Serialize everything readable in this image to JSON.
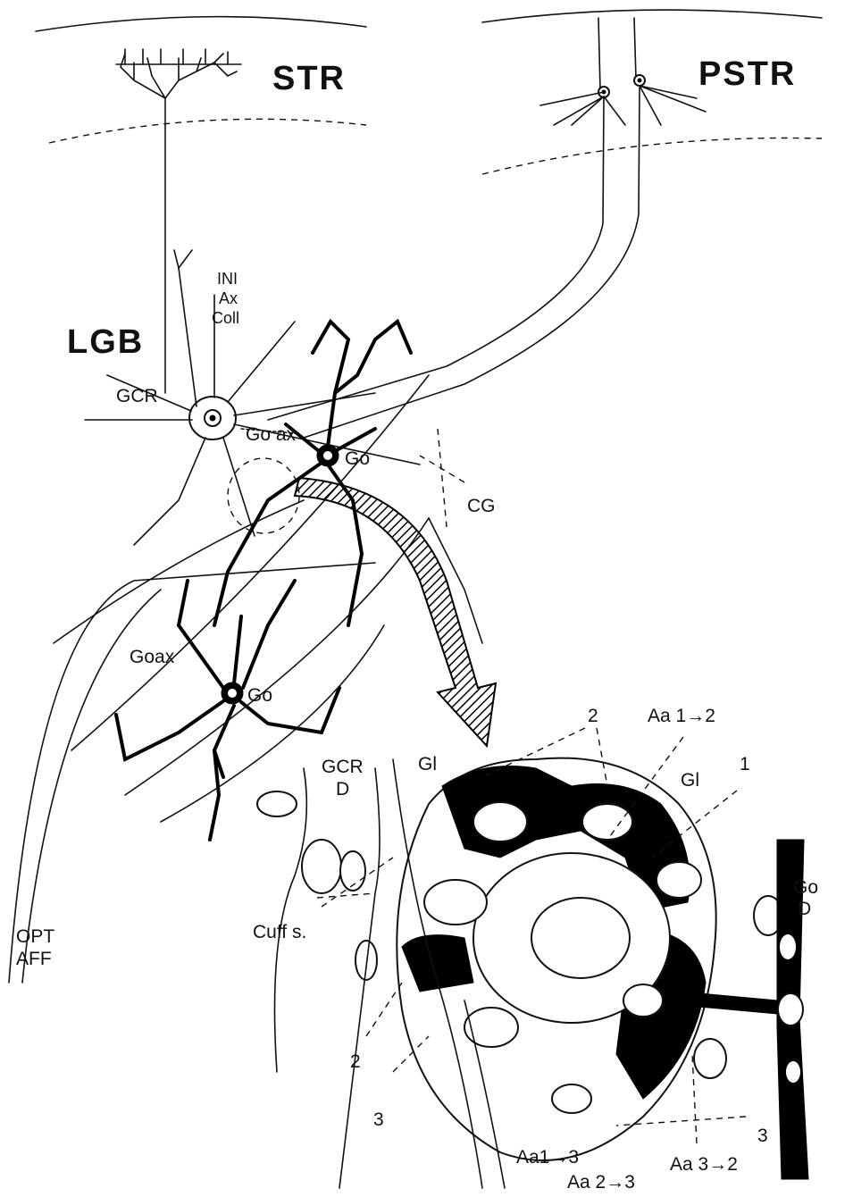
{
  "labels": {
    "str": "STR",
    "pstr": "PSTR",
    "lgb": "LGB",
    "ini_ax_coll_1": "INI",
    "ini_ax_coll_2": "Ax",
    "ini_ax_coll_3": "Coll",
    "gcr": "GCR",
    "go_ax_upper": "Go ax",
    "go_upper": "Go",
    "cg": "CG",
    "goax_lower": "Goax",
    "go_lower": "Go",
    "opt_aff_1": "OPT",
    "opt_aff_2": "AFF",
    "num_2_top": "2",
    "aa_1_2": "Aa 1→2",
    "gl_right": "Gl",
    "num_1": "1",
    "gl_left": "Gl",
    "gcr_d_1": "GCR",
    "gcr_d_2": "D",
    "go_d_1": "Go",
    "go_d_2": "D",
    "cuffs": "Cuff s.",
    "num_2_left": "2",
    "num_3_left": "3",
    "num_3_right": "3",
    "aa_1_3": "Aa1→3",
    "aa_2_3": "Aa 2→3",
    "aa_3_2": "Aa 3→2"
  }
}
